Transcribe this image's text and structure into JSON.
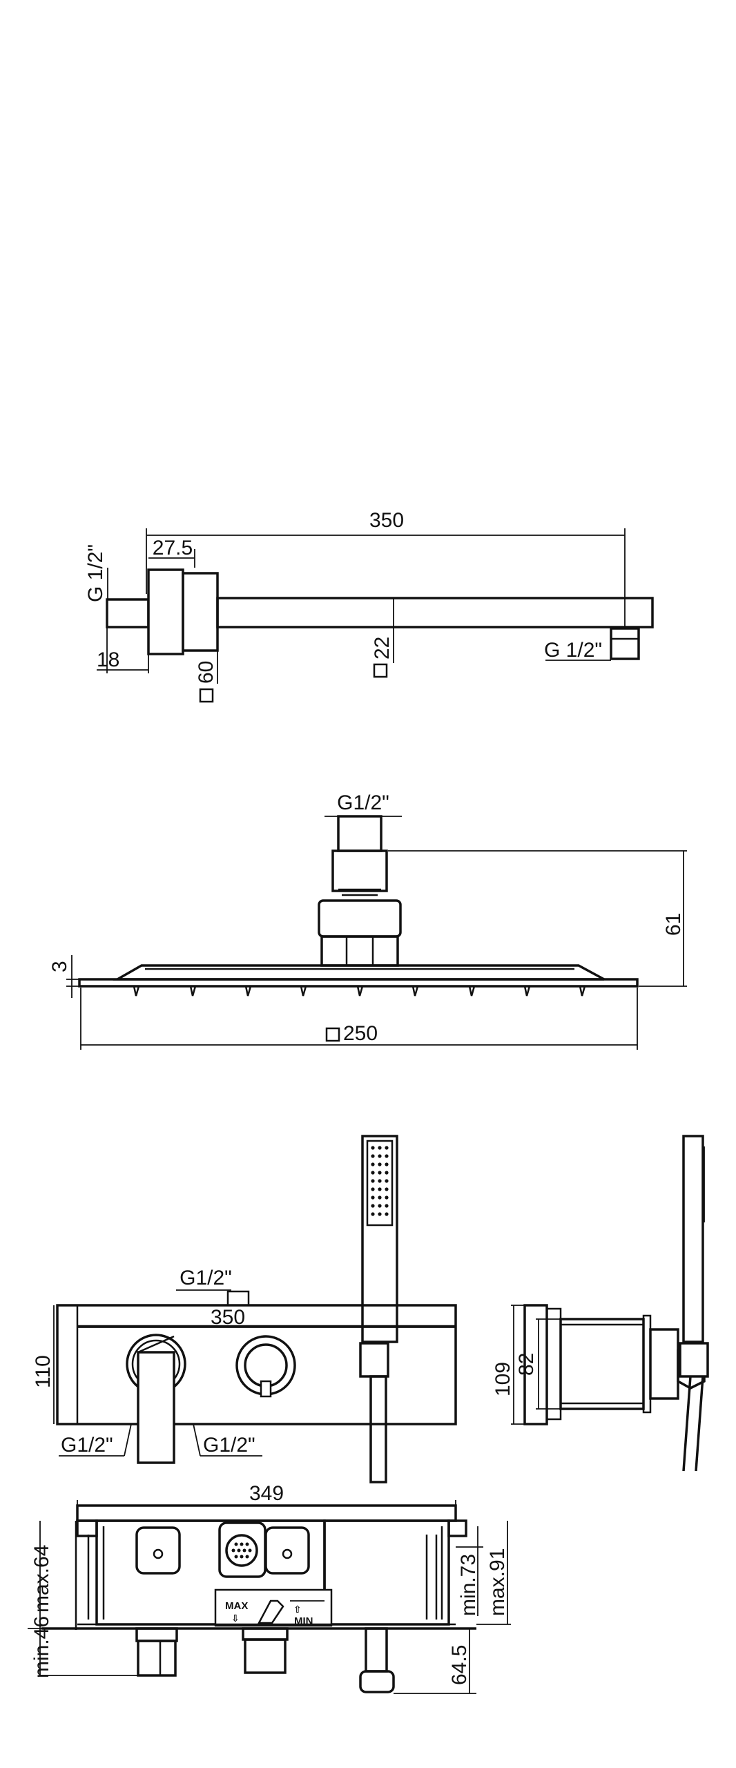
{
  "arm_view": {
    "len_label": "350",
    "flange_label": "27.5",
    "thread_left": "G 1/2\"",
    "thread_right": "G 1/2\"",
    "depth_label": "18",
    "flange_size": "60",
    "arm_section": "22"
  },
  "head_view": {
    "thread": "G1/2\"",
    "height": "61",
    "thickness": "3",
    "size": "250"
  },
  "mixer_front": {
    "thread_top": "G1/2\"",
    "width": "350",
    "height": "110",
    "thread_left": "G1/2\"",
    "thread_right": "G1/2\""
  },
  "mixer_side": {
    "height_outer": "109",
    "height_inner": "82"
  },
  "mixer_box": {
    "width": "349",
    "depth_min": "min.73",
    "depth_max": "max.91",
    "wall_min": "min.46",
    "wall_max": "max.64",
    "projection": "64.5",
    "label_max": "MAX",
    "label_min": "MIN"
  }
}
